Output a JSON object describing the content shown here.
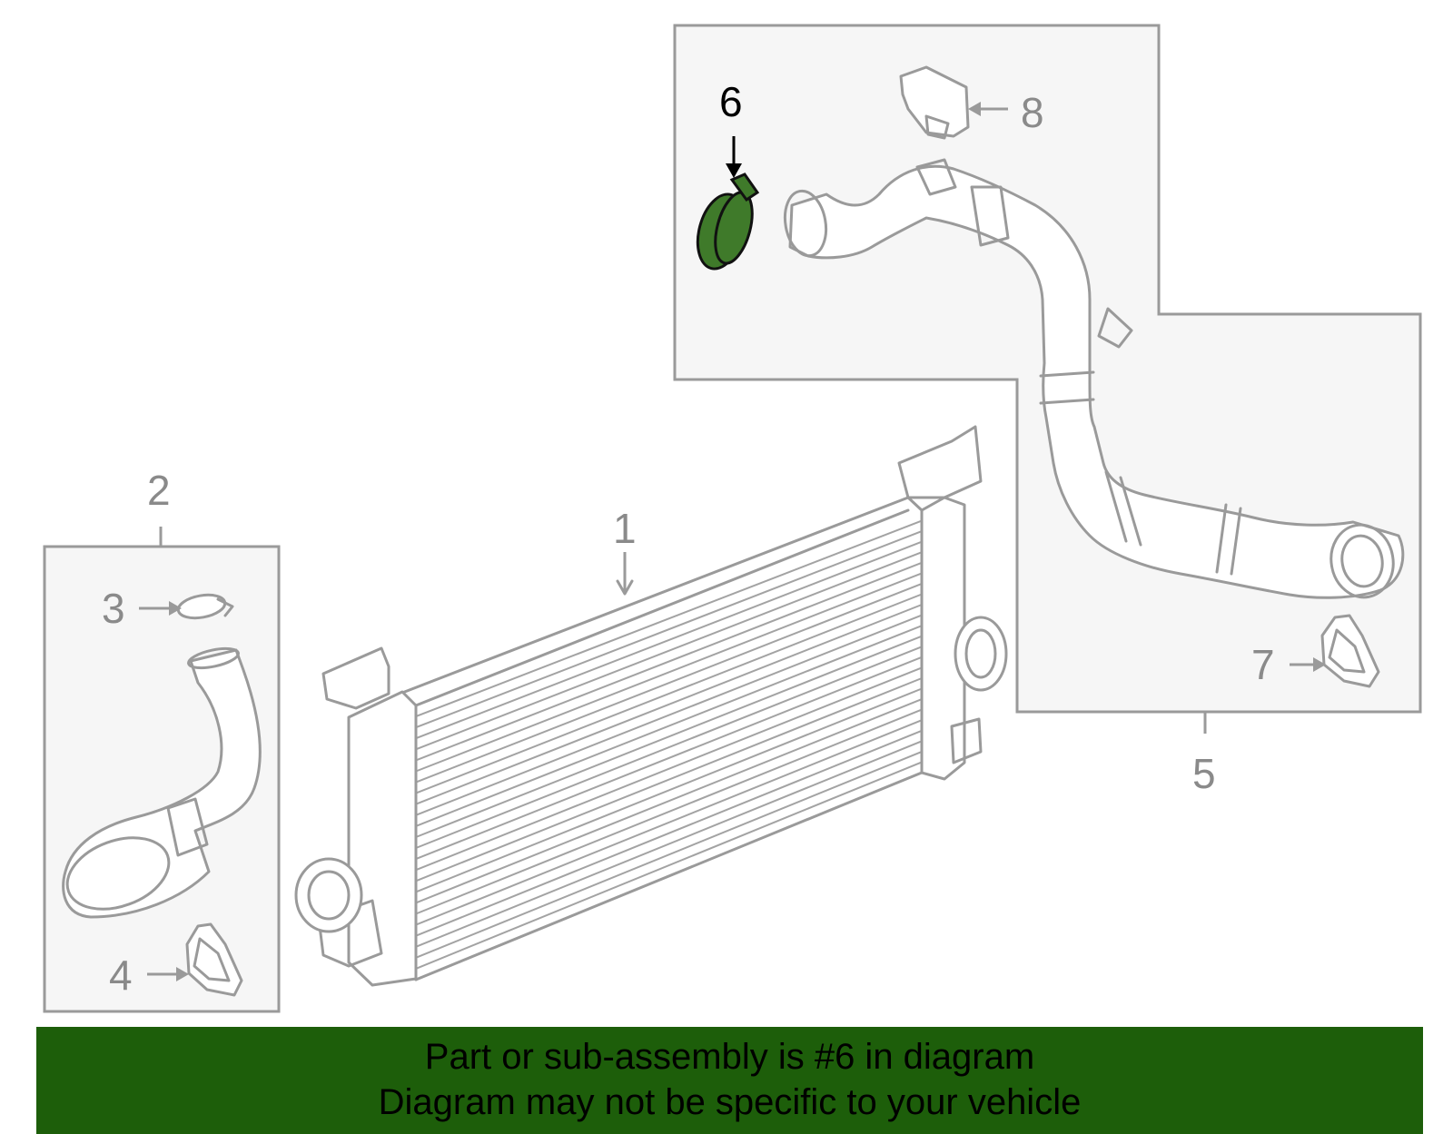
{
  "callouts": [
    {
      "id": "label-1",
      "text": "1"
    },
    {
      "id": "label-2",
      "text": "2"
    },
    {
      "id": "label-3",
      "text": "3"
    },
    {
      "id": "label-4",
      "text": "4"
    },
    {
      "id": "label-5",
      "text": "5"
    },
    {
      "id": "label-6",
      "text": "6",
      "highlighted": true
    },
    {
      "id": "label-7",
      "text": "7"
    },
    {
      "id": "label-8",
      "text": "8"
    }
  ],
  "highlight_color": "#3f7a2a",
  "banner": {
    "line1": "Part or sub-assembly is #6 in diagram",
    "line2": "Diagram may not be specific to your vehicle",
    "background": "#1d5e0a"
  }
}
